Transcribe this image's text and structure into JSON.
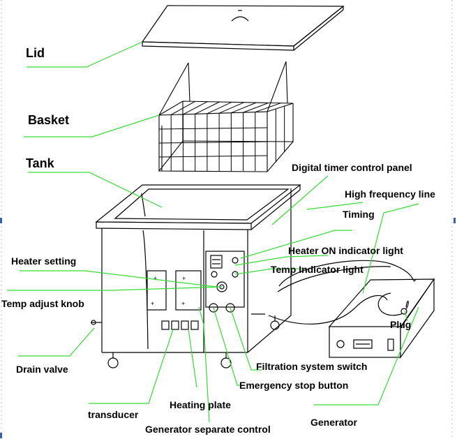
{
  "labels": {
    "lid": "Lid",
    "basket": "Basket",
    "tank": "Tank",
    "digital_timer_control_panel": "Digital timer control panel",
    "high_frequency_line": "High frequency line",
    "timing": "Timing",
    "heater_on_indicator_light": "Heater ON indicator light",
    "temp_indicator_light": "Temp Indicator light",
    "heater_setting": "Heater setting",
    "temp_adjust_knob": "Temp adjust knob",
    "plug": "Plug",
    "drain_valve": "Drain valve",
    "filtration_system_switch": "Filtration system switch",
    "emergency_stop_button": "Emergency stop button",
    "heating_plate": "Heating plate",
    "transducer": "transducer",
    "generator": "Generator",
    "generator_separate_control": "Generator separate control"
  },
  "colors": {
    "leader_line": "#33dd33",
    "drawing_line": "#000000",
    "label_text": "#000000"
  }
}
